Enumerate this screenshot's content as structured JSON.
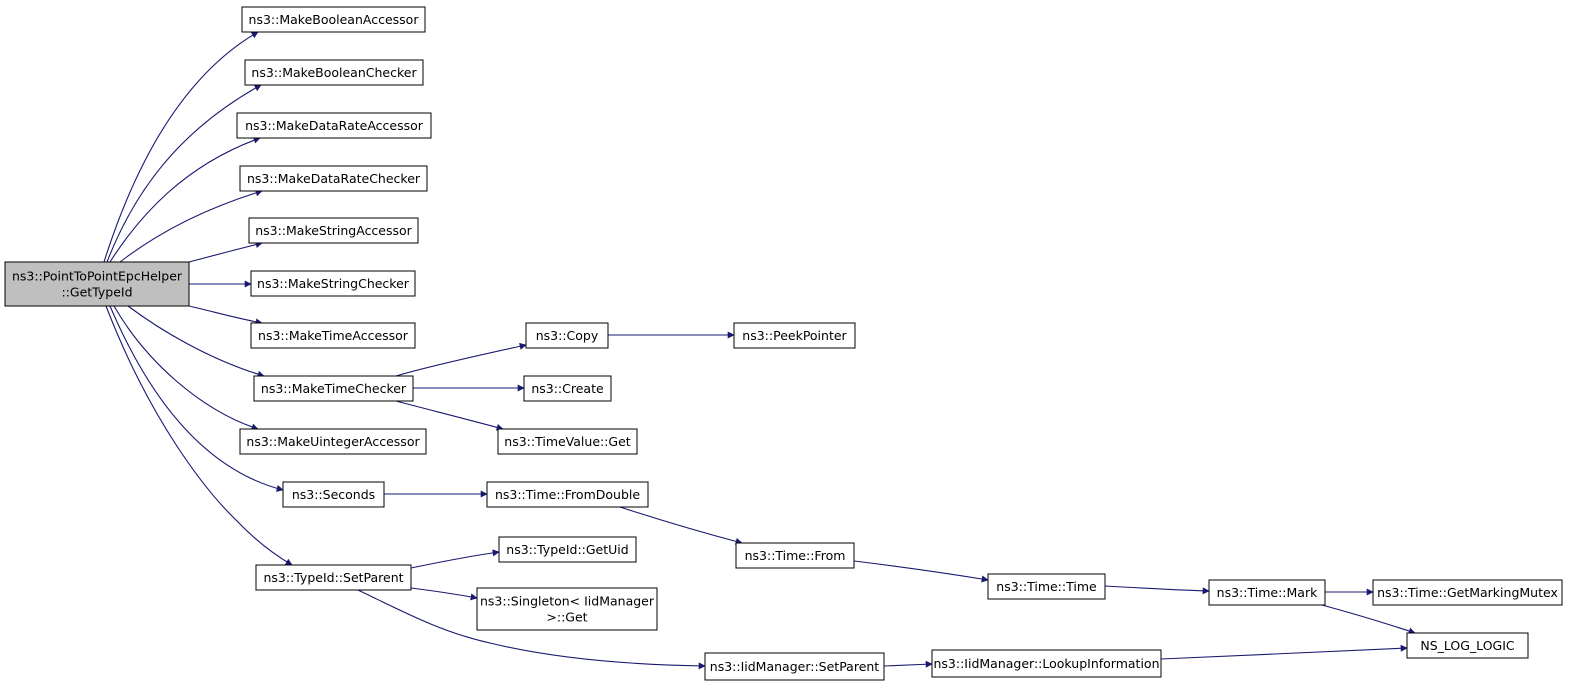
{
  "graph": {
    "colors": {
      "edge": "#191970",
      "root_fill": "#bfbfbf",
      "node_fill": "#ffffff",
      "border": "#000000"
    },
    "nodes": [
      {
        "id": "root",
        "lines": [
          "ns3::PointToPointEpcHelper",
          "::GetTypeId"
        ],
        "root": true
      },
      {
        "id": "bool_acc",
        "lines": [
          "ns3::MakeBooleanAccessor"
        ]
      },
      {
        "id": "bool_chk",
        "lines": [
          "ns3::MakeBooleanChecker"
        ]
      },
      {
        "id": "dr_acc",
        "lines": [
          "ns3::MakeDataRateAccessor"
        ]
      },
      {
        "id": "dr_chk",
        "lines": [
          "ns3::MakeDataRateChecker"
        ]
      },
      {
        "id": "str_acc",
        "lines": [
          "ns3::MakeStringAccessor"
        ]
      },
      {
        "id": "str_chk",
        "lines": [
          "ns3::MakeStringChecker"
        ]
      },
      {
        "id": "time_acc",
        "lines": [
          "ns3::MakeTimeAccessor"
        ]
      },
      {
        "id": "time_chk",
        "lines": [
          "ns3::MakeTimeChecker"
        ]
      },
      {
        "id": "uint_acc",
        "lines": [
          "ns3::MakeUintegerAccessor"
        ]
      },
      {
        "id": "seconds",
        "lines": [
          "ns3::Seconds"
        ]
      },
      {
        "id": "setparent",
        "lines": [
          "ns3::TypeId::SetParent"
        ]
      },
      {
        "id": "copy",
        "lines": [
          "ns3::Copy"
        ]
      },
      {
        "id": "peek",
        "lines": [
          "ns3::PeekPointer"
        ]
      },
      {
        "id": "create",
        "lines": [
          "ns3::Create"
        ]
      },
      {
        "id": "tv_get",
        "lines": [
          "ns3::TimeValue::Get"
        ]
      },
      {
        "id": "fromdouble",
        "lines": [
          "ns3::Time::FromDouble"
        ]
      },
      {
        "id": "from",
        "lines": [
          "ns3::Time::From"
        ]
      },
      {
        "id": "time",
        "lines": [
          "ns3::Time::Time"
        ]
      },
      {
        "id": "mark",
        "lines": [
          "ns3::Time::Mark"
        ]
      },
      {
        "id": "mutex",
        "lines": [
          "ns3::Time::GetMarkingMutex"
        ]
      },
      {
        "id": "nslog",
        "lines": [
          "NS_LOG_LOGIC"
        ]
      },
      {
        "id": "getuid",
        "lines": [
          "ns3::TypeId::GetUid"
        ]
      },
      {
        "id": "singleton",
        "lines": [
          "ns3::Singleton< IidManager",
          ">::Get"
        ]
      },
      {
        "id": "iid_setparent",
        "lines": [
          "ns3::IidManager::SetParent"
        ]
      },
      {
        "id": "lookup",
        "lines": [
          "ns3::IidManager::LookupInformation"
        ]
      }
    ],
    "edges": [
      [
        "root",
        "bool_acc"
      ],
      [
        "root",
        "bool_chk"
      ],
      [
        "root",
        "dr_acc"
      ],
      [
        "root",
        "dr_chk"
      ],
      [
        "root",
        "str_acc"
      ],
      [
        "root",
        "str_chk"
      ],
      [
        "root",
        "time_acc"
      ],
      [
        "root",
        "time_chk"
      ],
      [
        "root",
        "uint_acc"
      ],
      [
        "root",
        "seconds"
      ],
      [
        "root",
        "setparent"
      ],
      [
        "time_chk",
        "copy"
      ],
      [
        "time_chk",
        "create"
      ],
      [
        "time_chk",
        "tv_get"
      ],
      [
        "copy",
        "peek"
      ],
      [
        "seconds",
        "fromdouble"
      ],
      [
        "fromdouble",
        "from"
      ],
      [
        "from",
        "time"
      ],
      [
        "time",
        "mark"
      ],
      [
        "mark",
        "mutex"
      ],
      [
        "mark",
        "nslog"
      ],
      [
        "setparent",
        "getuid"
      ],
      [
        "setparent",
        "singleton"
      ],
      [
        "setparent",
        "iid_setparent"
      ],
      [
        "iid_setparent",
        "lookup"
      ],
      [
        "lookup",
        "nslog"
      ]
    ]
  }
}
